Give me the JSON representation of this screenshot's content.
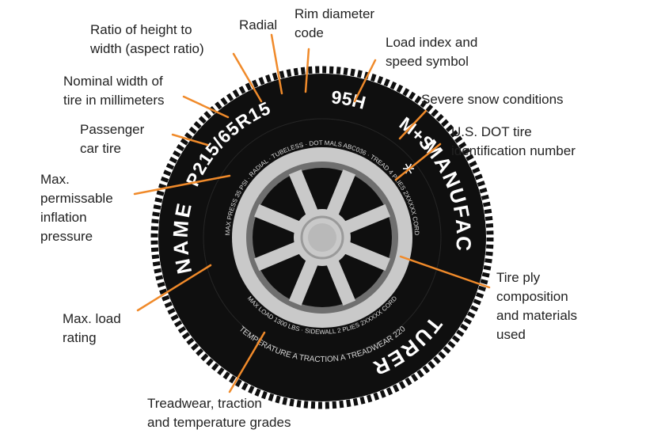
{
  "colors": {
    "tire": "#0f0f0f",
    "sidewall_text": "#ffffff",
    "small_text": "#d8d8d8",
    "rim": "#c9c9c9",
    "rim_shadow": "#9a9a9a",
    "leader": "#f08a2a",
    "label_text": "#222222"
  },
  "tire": {
    "size_code": "P215/65R15",
    "load_speed": "95H",
    "mud_snow": "M+S",
    "snowflake_icon": "snowflake-icon",
    "brand_name": "NAME",
    "manufacturer_1": "MANUFAC",
    "manufacturer_2": "TURER",
    "inner_top_text": "MAX PRESS 35 PSI · RADIAL · TUBELESS · DOT MALS ABC036 · TREAD 4 PLIES 2XXXXX CORD",
    "inner_bottom_text": "MAX LOAD 1300 LBS · SIDEWALL 2 PLIES 2XXXXX CORD",
    "outer_bottom_text": "TEMPERATURE A TRACTION A TREADWEAR 220"
  },
  "labels": {
    "aspect_ratio": "Ratio of height to\nwidth (aspect ratio)",
    "radial": "Radial",
    "rim_diameter": "Rim diameter\ncode",
    "load_index": "Load index and\nspeed symbol",
    "nominal_width": "Nominal width of\ntire in millimeters",
    "severe_snow": "Severe snow conditions",
    "passenger": "Passenger\ncar tire",
    "dot_id": "U.S. DOT tire\nidentification number",
    "max_inflation": "Max.\npermissable\ninflation\npressure",
    "ply_composition": "Tire ply\ncomposition\nand materials\nused",
    "max_load": "Max. load\nrating",
    "treadwear": "Treadwear, traction\nand temperature grades"
  }
}
